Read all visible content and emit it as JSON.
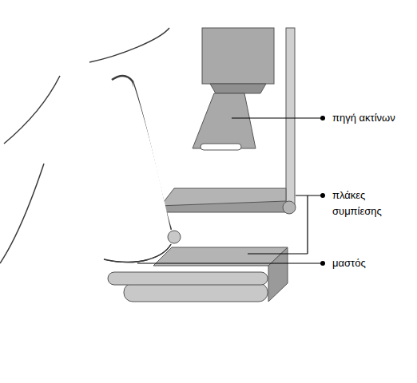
{
  "diagram": {
    "labels": [
      "πηγή ακτίνων",
      "πλάκες συμπίεσης",
      "μαστός"
    ]
  }
}
